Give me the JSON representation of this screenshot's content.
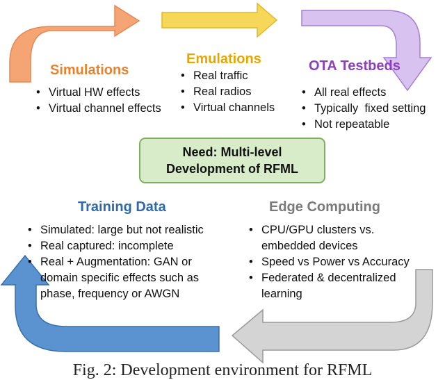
{
  "stages": {
    "simulations": {
      "title": "Simulations",
      "color": "#e8822f",
      "items": [
        "Virtual HW effects",
        "Virtual channel effects"
      ]
    },
    "emulations": {
      "title": "Emulations",
      "color": "#e6a700",
      "items": [
        "Real traffic",
        "Real radios",
        "Virtual channels"
      ]
    },
    "ota": {
      "title": "OTA Testbeds",
      "color": "#8e3fc0",
      "items": [
        "All real effects",
        "Typically  fixed setting",
        "Not repeatable"
      ]
    }
  },
  "need_box": {
    "line1": "Need: Multi-level",
    "line2": "Development of RFML",
    "fill": "#d8ecc9",
    "border": "#7fae5f"
  },
  "training_data": {
    "title": "Training Data",
    "color": "#2f6aa8",
    "items": [
      "Simulated: large but not realistic",
      "Real captured: incomplete",
      "Real + Augmentation: GAN or domain specific effects such as phase, frequency or AWGN"
    ]
  },
  "edge_computing": {
    "title": "Edge Computing",
    "color": "#7a7a7a",
    "items": [
      "CPU/GPU clusters vs. embedded devices",
      "Speed vs Power vs Accuracy",
      "Federated & decentralized learning"
    ]
  },
  "arrow_colors": {
    "orange": "#f5a474",
    "yellow": "#f7d75a",
    "purple": "#d8c2ef",
    "gray": "#d4d4d4",
    "blue": "#5a93cf"
  },
  "caption": "Fig. 2: Development environment for RFML"
}
